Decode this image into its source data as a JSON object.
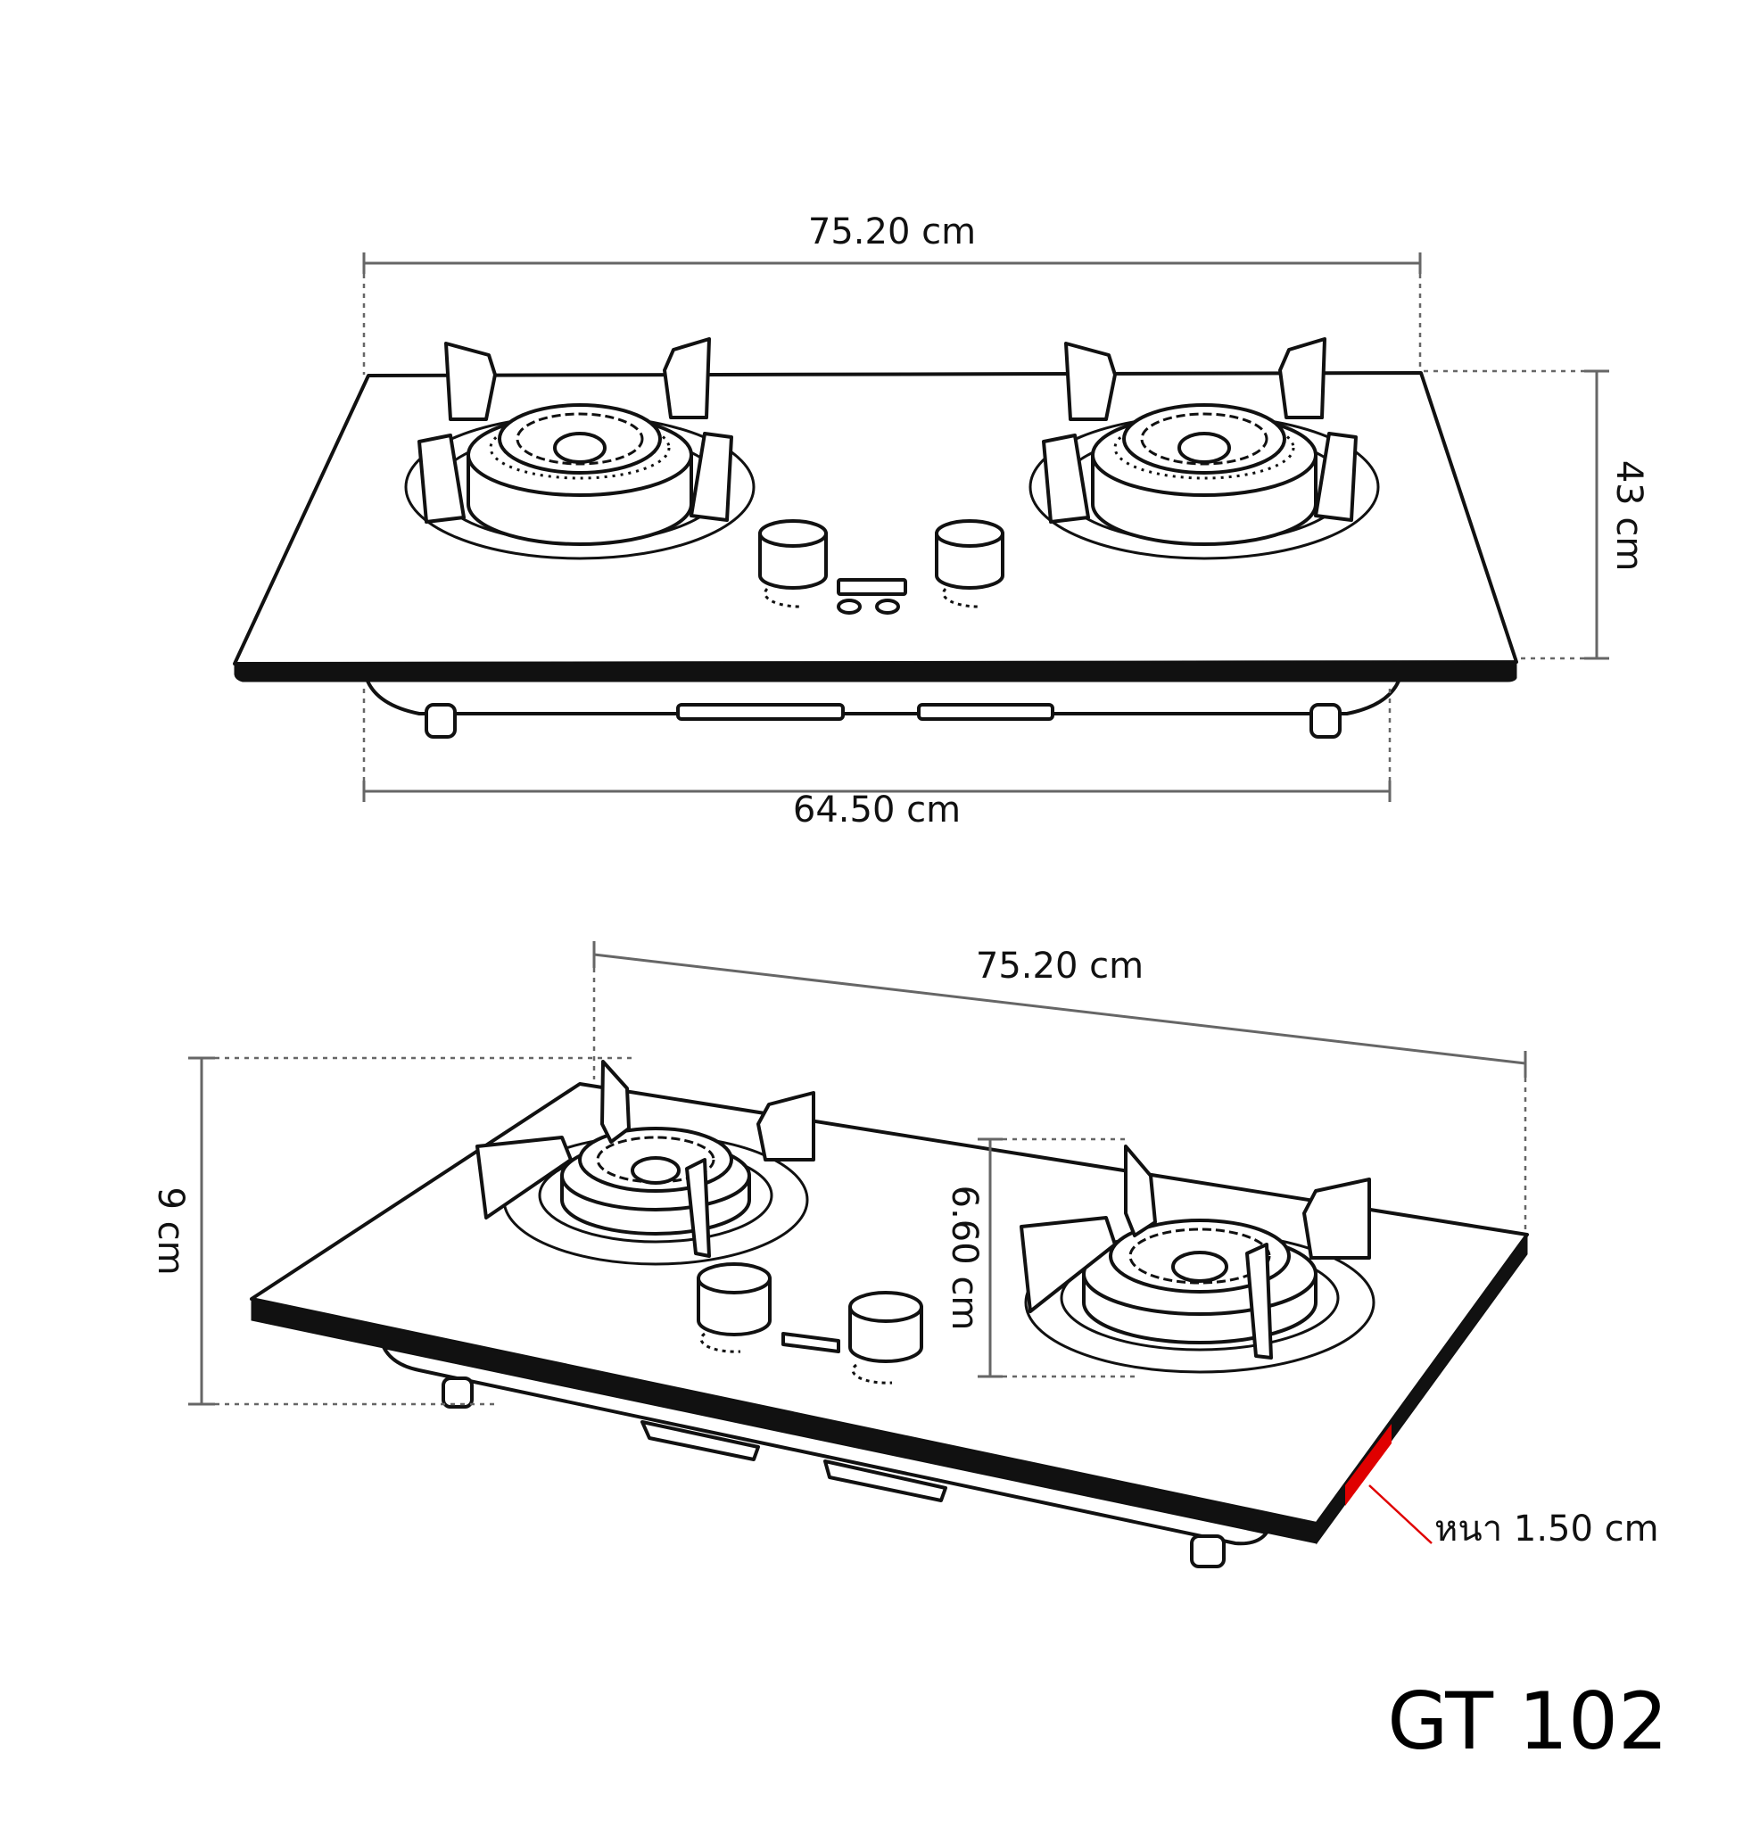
{
  "top_view": {
    "width_top": "75.20 cm",
    "width_bottom": "64.50 cm",
    "depth": "43 cm"
  },
  "angle_view": {
    "width": "75.20 cm",
    "height": "9 cm",
    "body_height": "6.60 cm",
    "glass_thickness": "หนา 1.50 cm"
  },
  "model": "GT 102",
  "colors": {
    "outline": "#111111",
    "dimension": "#666666",
    "highlight": "#e00000"
  }
}
